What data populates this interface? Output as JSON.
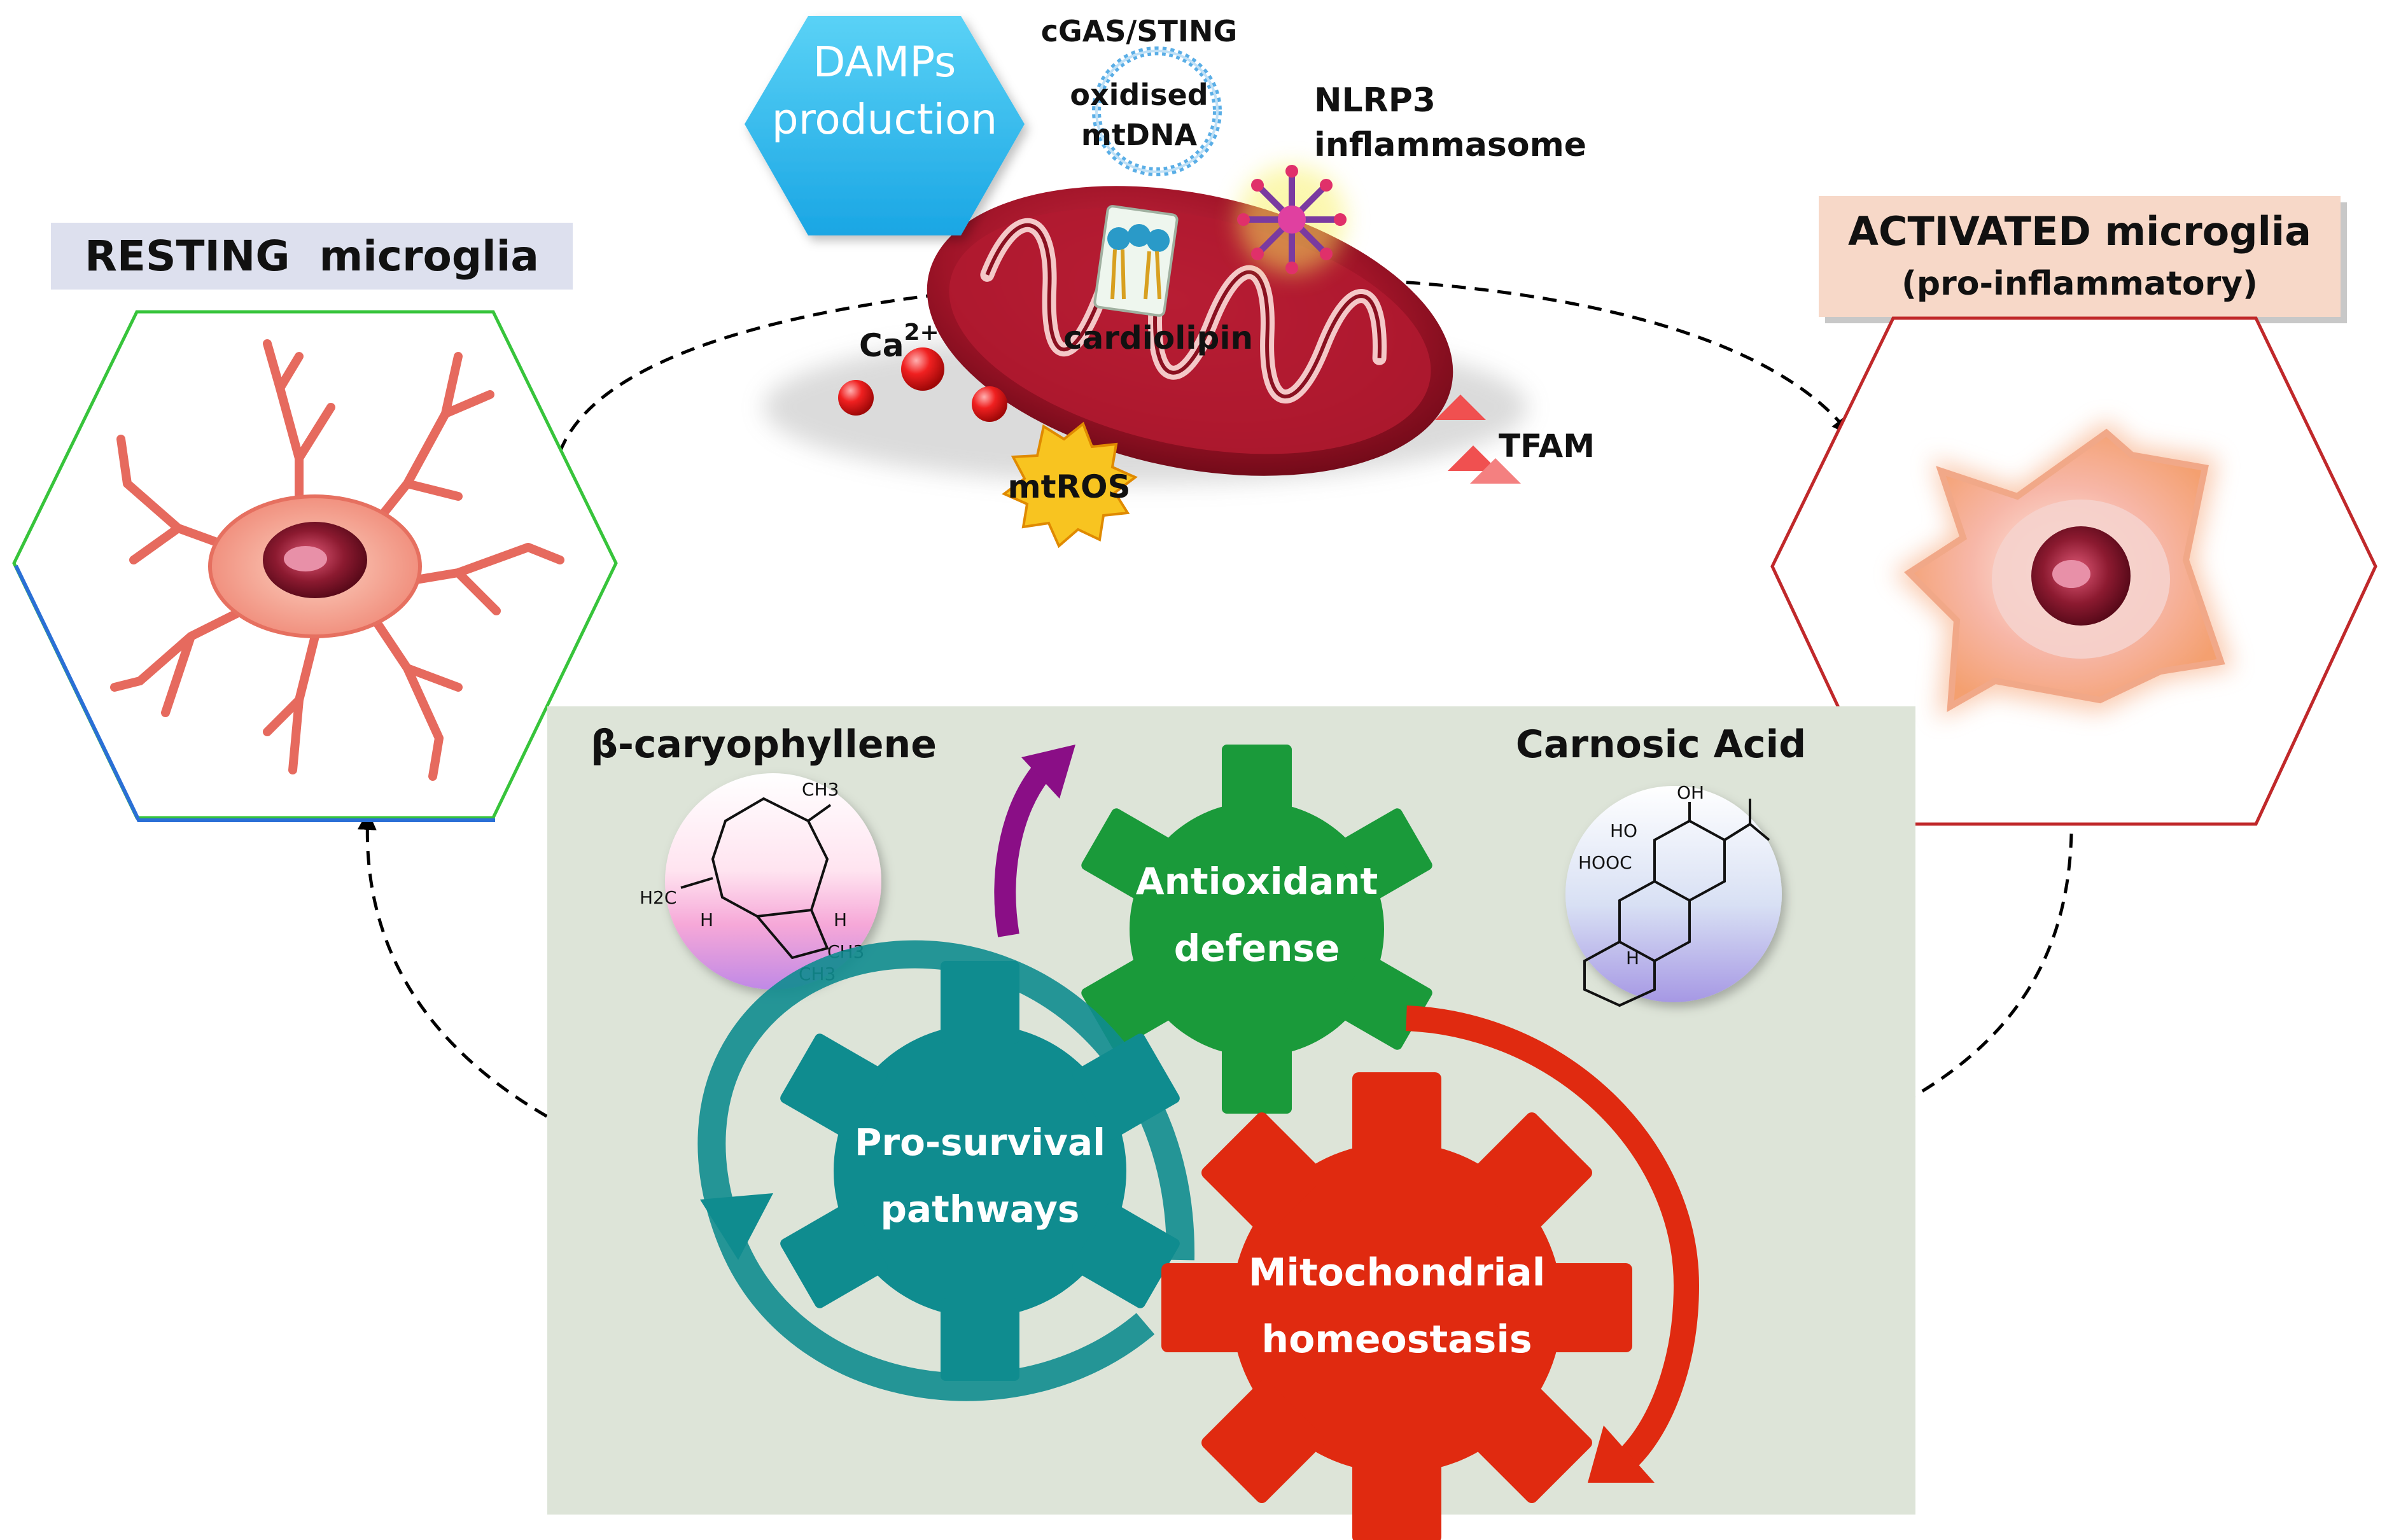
{
  "resting": {
    "label": "RESTING  microglia"
  },
  "activated": {
    "label": "ACTIVATED microglia",
    "sublabel": "(pro-inflammatory)"
  },
  "damps": {
    "line1": "DAMPs",
    "line2": "production"
  },
  "mito_labels": {
    "cgas": "cGAS/STING",
    "mtdna_line1": "oxidised",
    "mtdna_line2": "mtDNA",
    "nlrp3_line1": "NLRP3",
    "nlrp3_line2": "inflammasome",
    "cardiolipin": "cardiolipin",
    "calcium": "Ca",
    "calcium_sup": "2+",
    "mtros": "mtROS",
    "tfam": "TFAM"
  },
  "compounds": {
    "bcp": {
      "name": "β-caryophyllene",
      "ch3_top": "CH3",
      "h2c": "H2C",
      "h_left": "H",
      "h_right": "H",
      "ch3_b1": "CH3",
      "ch3_b2": "CH3"
    },
    "ca": {
      "name": "Carnosic Acid",
      "oh_top": "OH",
      "ho": "HO",
      "hooc": "HOOC",
      "h": "H"
    }
  },
  "gears": {
    "antioxidant": {
      "line1": "Antioxidant",
      "line2": "defense"
    },
    "prosurvival": {
      "line1": "Pro-survival",
      "line2": "pathways"
    },
    "mito": {
      "line1": "Mitochondrial",
      "line2": "homeostasis"
    }
  },
  "colors": {
    "panel": "#dde4d8",
    "teal": "#0f8c8f",
    "green": "#1a9a3a",
    "red": "#e02a10",
    "purple": "#8a0e86",
    "resting_border": "#35c43a",
    "activated_border": "#c0282a",
    "damps_fill": "#2fc0ef",
    "mito_dark": "#8a1020"
  }
}
